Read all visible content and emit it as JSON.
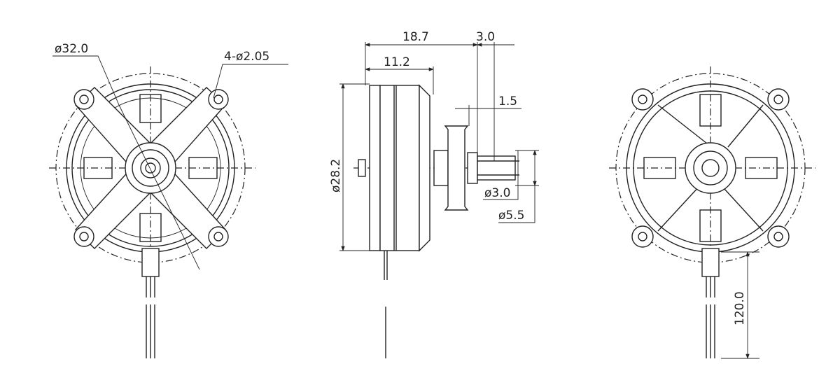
{
  "front_view": {
    "outer_diameter": "ø32.0",
    "mount_holes": "4-ø2.05"
  },
  "side_view": {
    "overall_length": "18.7",
    "shaft_length": "3.0",
    "body_length": "11.2",
    "step_length": "1.5",
    "body_diameter": "ø28.2",
    "shaft_diameter": "ø3.0",
    "boss_diameter": "ø5.5"
  },
  "rear_view": {
    "lead_length": "120.0"
  }
}
